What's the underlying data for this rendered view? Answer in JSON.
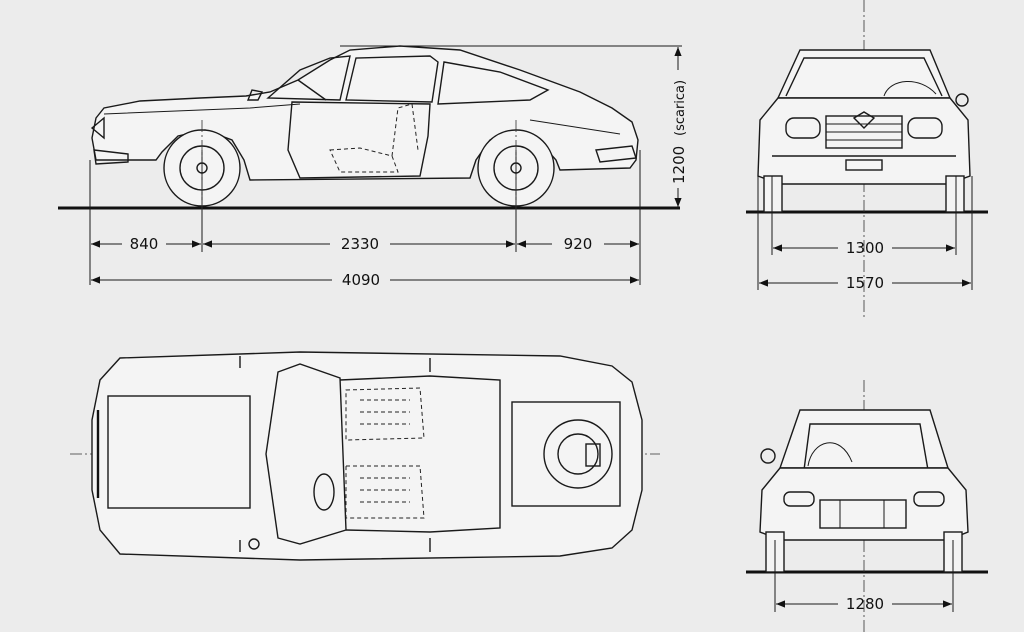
{
  "side_view": {
    "front_overhang": "840",
    "wheelbase": "2330",
    "rear_overhang": "920",
    "overall_length": "4090",
    "height": "1200",
    "height_note": "(scarica)"
  },
  "front_view": {
    "track": "1300",
    "overall_width": "1570"
  },
  "rear_view": {
    "track": "1280"
  }
}
